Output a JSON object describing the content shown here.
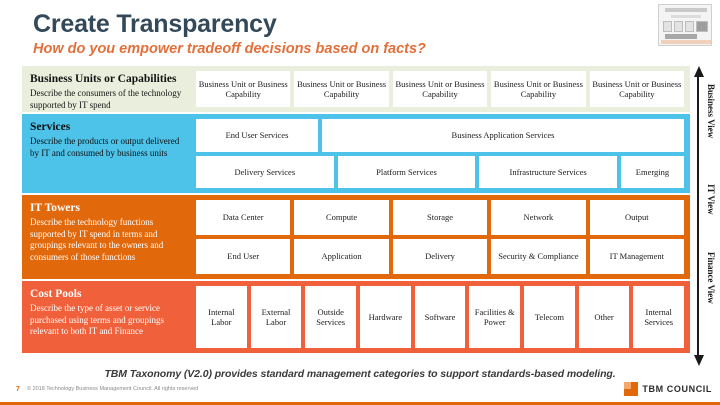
{
  "header": {
    "title": "Create Transparency",
    "subtitle": "How do you empower tradeoff decisions based on facts?",
    "thumbnail_name": "slide-thumbnail"
  },
  "colors": {
    "title": "#33495a",
    "subtitle": "#e2703b",
    "business_units_band": "#e9efdc",
    "services_band": "#4ec3ea",
    "it_towers_band": "#e1690c",
    "cost_pools_band": "#f0603a",
    "accent": "#e2690b"
  },
  "bands": [
    {
      "key": "business-units",
      "title": "Business Units or Capabilities",
      "description": "Describe the consumers of the technology supported by IT spend",
      "rows": [
        {
          "cells": [
            {
              "label": "Business Unit or Business Capability"
            },
            {
              "label": "Business Unit or Business Capability"
            },
            {
              "label": "Business Unit or Business Capability"
            },
            {
              "label": "Business Unit or Business Capability"
            },
            {
              "label": "Business Unit or Business Capability"
            }
          ]
        }
      ]
    },
    {
      "key": "services",
      "title": "Services",
      "description": "Describe the products or output delivered by IT and consumed by business units",
      "rows": [
        {
          "cells": [
            {
              "label": "End User Services",
              "span": 1
            },
            {
              "label": "Business Application Services",
              "span": 3
            }
          ]
        },
        {
          "cells": [
            {
              "label": "Delivery Services",
              "span": 1
            },
            {
              "label": "Platform Services",
              "span": 1
            },
            {
              "label": "Infrastructure Services",
              "span": 1
            },
            {
              "label": "Emerging",
              "span": 0.45
            }
          ]
        }
      ]
    },
    {
      "key": "it-towers",
      "title": "IT Towers",
      "description": "Describe the technology functions supported by IT spend in terms and groupings relevant to the owners and consumers of those functions",
      "rows": [
        {
          "cells": [
            {
              "label": "Data Center"
            },
            {
              "label": "Compute"
            },
            {
              "label": "Storage"
            },
            {
              "label": "Network"
            },
            {
              "label": "Output"
            }
          ]
        },
        {
          "cells": [
            {
              "label": "End User"
            },
            {
              "label": "Application"
            },
            {
              "label": "Delivery"
            },
            {
              "label": "Security & Compliance"
            },
            {
              "label": "IT Management"
            }
          ]
        }
      ]
    },
    {
      "key": "cost-pools",
      "title": "Cost Pools",
      "description": "Describe the type of asset or service purchased using terms and groupings relevant to both IT and Finance",
      "rows": [
        {
          "cells": [
            {
              "label": "Internal Labor"
            },
            {
              "label": "External Labor"
            },
            {
              "label": "Outside Services"
            },
            {
              "label": "Hardware"
            },
            {
              "label": "Software"
            },
            {
              "label": "Facilities & Power"
            },
            {
              "label": "Telecom"
            },
            {
              "label": "Other"
            },
            {
              "label": "Internal Services"
            }
          ]
        }
      ]
    }
  ],
  "axis": {
    "labels": [
      {
        "text": "Business View"
      },
      {
        "text": "IT View"
      },
      {
        "text": "Finance View"
      }
    ],
    "arrow_up_name": "arrow-up-icon",
    "arrow_down_name": "arrow-down-icon"
  },
  "footer": {
    "caption": "TBM Taxonomy (V2.0) provides standard management categories to support standards-based modeling.",
    "slide_number": "7",
    "copyright": "© 2018 Technology Business Management Council. All rights reserved",
    "logo_text": "TBM COUNCIL"
  }
}
